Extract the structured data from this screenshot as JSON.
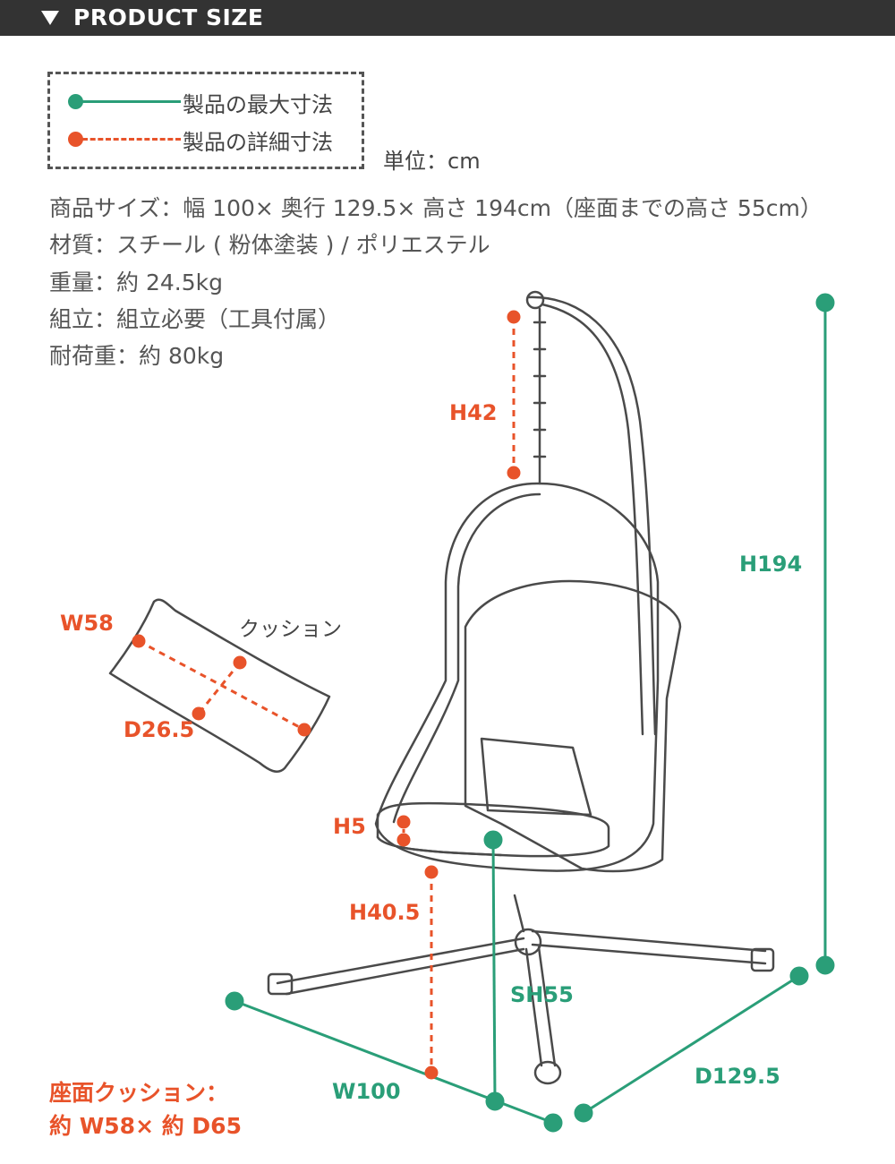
{
  "header": {
    "title": "PRODUCT SIZE"
  },
  "legend": {
    "max_label": "製品の最大寸法",
    "detail_label": "製品の詳細寸法"
  },
  "unit": "単位：cm",
  "specs": [
    "商品サイズ：幅 100× 奥行 129.5× 高さ 194cm（座面までの高さ 55cm）",
    "材質：スチール ( 粉体塗装 ) / ポリエステル",
    "重量：約 24.5kg",
    "組立：組立必要（工具付属）",
    "耐荷重：約 80kg"
  ],
  "dimensions": {
    "h42": "H42",
    "h194": "H194",
    "w58": "W58",
    "cushion": "クッション",
    "d26_5": "D26.5",
    "h5": "H5",
    "h40_5": "H40.5",
    "sh55": "SH55",
    "w100": "W100",
    "d129_5": "D129.5"
  },
  "seat_note": {
    "line1": "座面クッション：",
    "line2": "約 W58× 約 D65"
  },
  "colors": {
    "green": "#2a9e78",
    "orange": "#e8532a",
    "header_bg": "#333333",
    "line": "#555555"
  }
}
